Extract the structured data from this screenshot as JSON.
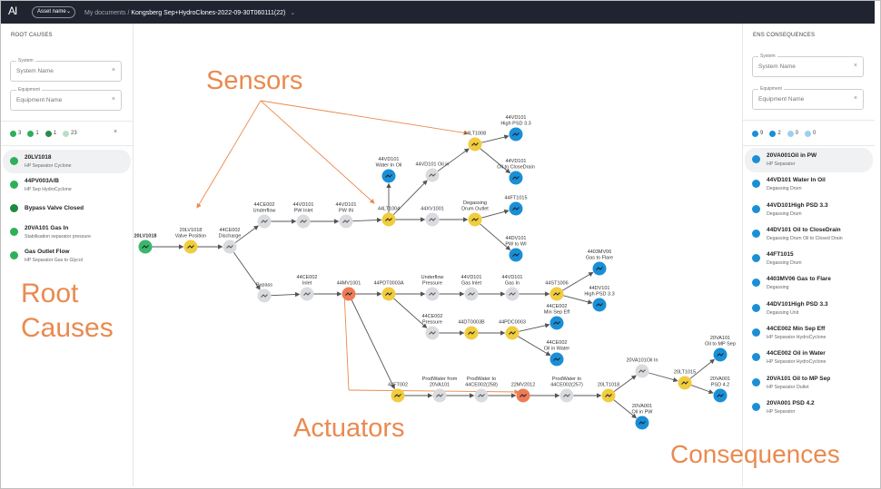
{
  "topbar": {
    "logo": "AI",
    "asset_button": "Asset name",
    "breadcrumb_root": "My documents /",
    "document": "Kongsberg Sep+HydroClones-2022-09-30T060111(22)"
  },
  "left": {
    "title": "ROOT CAUSES",
    "system": {
      "label": "System",
      "placeholder": "System Name"
    },
    "equipment": {
      "label": "Equipment",
      "placeholder": "Equipment Name"
    },
    "filters": [
      {
        "count": "3",
        "color": "#2eaf5a"
      },
      {
        "count": "1",
        "color": "#2eaf5a"
      },
      {
        "count": "1",
        "color": "#2a8a4a"
      },
      {
        "count": "23",
        "color": "#b9dfc4"
      }
    ],
    "items": [
      {
        "title": "20LV1018",
        "sub": "HP Separator Cyclone",
        "color": "#2eaf5a"
      },
      {
        "title": "44PV003A/B",
        "sub": "HP Sep HydroCyclone",
        "color": "#2eaf5a"
      },
      {
        "title": "Bypass Valve Closed",
        "sub": "",
        "color": "#1d8a42"
      },
      {
        "title": "20VA101 Gas In",
        "sub": "Stabilisation separator pressure",
        "color": "#2eaf5a"
      },
      {
        "title": "Gas Outlet Flow",
        "sub": "HP Separator  Gas to Glycol",
        "color": "#2eaf5a"
      }
    ]
  },
  "right": {
    "title": "ENS CONSEQUENCES",
    "system": {
      "label": "System",
      "placeholder": "System Name"
    },
    "equipment": {
      "label": "Equipment",
      "placeholder": "Equipment Name"
    },
    "filters": [
      {
        "count": "9",
        "color": "#1a8fd6"
      },
      {
        "count": "2",
        "color": "#1a8fd6"
      },
      {
        "count": "0",
        "color": "#9cd0ef"
      },
      {
        "count": "0",
        "color": "#9cd0ef"
      }
    ],
    "items": [
      {
        "title": "20VA001Oil in PW",
        "sub": "HP Separator"
      },
      {
        "title": "44VD101 Water In Oil",
        "sub": "Degassing Drum"
      },
      {
        "title": "44VD101High PSD 3.3",
        "sub": "Degassing Drum"
      },
      {
        "title": "44DV101 Oil to CloseDrain",
        "sub": "Degassing Drum Oil to Closed Drain"
      },
      {
        "title": "44FT1015",
        "sub": "Degassing Drum"
      },
      {
        "title": "4403MV06 Gas to Flare",
        "sub": "Degassing"
      },
      {
        "title": "44DV101High PSD 3.3",
        "sub": "Degassing Unit"
      },
      {
        "title": "44CE002 Min Sep Eff",
        "sub": "HP Separator HydroCyclone"
      },
      {
        "title": "44CE002 Oil in Water",
        "sub": "HP Separator HydroCyclone"
      },
      {
        "title": "20VA101 Oil to MP Sep",
        "sub": "HP Separator Outlet"
      },
      {
        "title": "20VA001 PSD 4.2",
        "sub": "HP Separator"
      }
    ]
  },
  "overlays": {
    "sensors": "Sensors",
    "root1": "Root",
    "root2": "Causes",
    "actuators": "Actuators",
    "consequences": "Consequences"
  },
  "colors": {
    "root": "#3cb66a",
    "sensor": "#f1cc3c",
    "actuator": "#ef7b54",
    "intermediate": "#d9dbdf",
    "consequence": "#1a8fd6",
    "annotation": "#ea8a4f"
  },
  "nodes": [
    {
      "id": "n0",
      "t": "r",
      "l1": "20LV1018",
      "l2": "",
      "bold": true
    },
    {
      "id": "n1",
      "t": "s",
      "l1": "20LV1018",
      "l2": "Valve Position"
    },
    {
      "id": "n2",
      "t": "g",
      "l1": "44CE002",
      "l2": "Discharge"
    },
    {
      "id": "n3",
      "t": "g",
      "l1": "44CE002",
      "l2": "Underflow"
    },
    {
      "id": "n4",
      "t": "g",
      "l1": "44VD101",
      "l2": "PW Inlet"
    },
    {
      "id": "n5",
      "t": "g",
      "l1": "44VD101",
      "l2": "PW IN"
    },
    {
      "id": "n6",
      "t": "s",
      "l1": "44LT1004",
      "l2": ""
    },
    {
      "id": "n7",
      "t": "c",
      "l1": "44VD101",
      "l2": "Water In Oil"
    },
    {
      "id": "n8",
      "t": "g",
      "l1": "44VD101 Oil in",
      "l2": ""
    },
    {
      "id": "n9",
      "t": "s",
      "l1": "44LT1008",
      "l2": ""
    },
    {
      "id": "n10",
      "t": "c",
      "l1": "44VD101",
      "l2": "High PSD 3.3"
    },
    {
      "id": "n11",
      "t": "c",
      "l1": "44VD101",
      "l2": "Oil to CloseDrain"
    },
    {
      "id": "n12",
      "t": "g",
      "l1": "44XV1001",
      "l2": ""
    },
    {
      "id": "n13",
      "t": "s",
      "l1": "Degassing",
      "l2": "Drum Outlet"
    },
    {
      "id": "n14",
      "t": "c",
      "l1": "44FT1015",
      "l2": ""
    },
    {
      "id": "n15",
      "t": "c",
      "l1": "44DV101",
      "l2": "PW to WI"
    },
    {
      "id": "n16",
      "t": "g",
      "l1": "Bypass",
      "l2": ""
    },
    {
      "id": "n17",
      "t": "g",
      "l1": "44CE002",
      "l2": "Inlet"
    },
    {
      "id": "n18",
      "t": "a",
      "l1": "44MV1001",
      "l2": ""
    },
    {
      "id": "n19",
      "t": "s",
      "l1": "44PDT0003A",
      "l2": ""
    },
    {
      "id": "n20",
      "t": "g",
      "l1": "Underflow",
      "l2": "Pressure"
    },
    {
      "id": "n21",
      "t": "g",
      "l1": "44VD101",
      "l2": "Gas Inlet"
    },
    {
      "id": "n22",
      "t": "g",
      "l1": "44VD101",
      "l2": "Gas In"
    },
    {
      "id": "n23",
      "t": "s",
      "l1": "44ST1006",
      "l2": ""
    },
    {
      "id": "n24",
      "t": "c",
      "l1": "4403MV06",
      "l2": "Gas to Flare"
    },
    {
      "id": "n25",
      "t": "c",
      "l1": "44DV101",
      "l2": "High PSD 3.3"
    },
    {
      "id": "n26",
      "t": "g",
      "l1": "44CE002",
      "l2": "Pressure"
    },
    {
      "id": "n27",
      "t": "s",
      "l1": "44DT0003B",
      "l2": ""
    },
    {
      "id": "n28",
      "t": "s",
      "l1": "44PDC0003",
      "l2": ""
    },
    {
      "id": "n29",
      "t": "c",
      "l1": "44CE002",
      "l2": "Min Sep Eff"
    },
    {
      "id": "n30",
      "t": "c",
      "l1": "44CE002",
      "l2": "Oil in Water"
    },
    {
      "id": "n31",
      "t": "s",
      "l1": "44FT002",
      "l2": ""
    },
    {
      "id": "n32",
      "t": "g",
      "l1": "ProdWater from",
      "l2": "20VA101"
    },
    {
      "id": "n33",
      "t": "g",
      "l1": "ProdWater to",
      "l2": "44CE002(258)"
    },
    {
      "id": "n34",
      "t": "a",
      "l1": "22MV2012",
      "l2": ""
    },
    {
      "id": "n35",
      "t": "g",
      "l1": "ProdWater to",
      "l2": "44CE002(257)"
    },
    {
      "id": "n36",
      "t": "s",
      "l1": "20LT1018",
      "l2": ""
    },
    {
      "id": "n37",
      "t": "g",
      "l1": "20VA101Oil In",
      "l2": ""
    },
    {
      "id": "n38",
      "t": "s",
      "l1": "20LT1015",
      "l2": ""
    },
    {
      "id": "n39",
      "t": "c",
      "l1": "20VA101",
      "l2": "Oil to MP Sep"
    },
    {
      "id": "n40",
      "t": "c",
      "l1": "20VA001",
      "l2": "PSD 4.2"
    },
    {
      "id": "n41",
      "t": "c",
      "l1": "20VA001",
      "l2": "Oil in PW"
    }
  ]
}
